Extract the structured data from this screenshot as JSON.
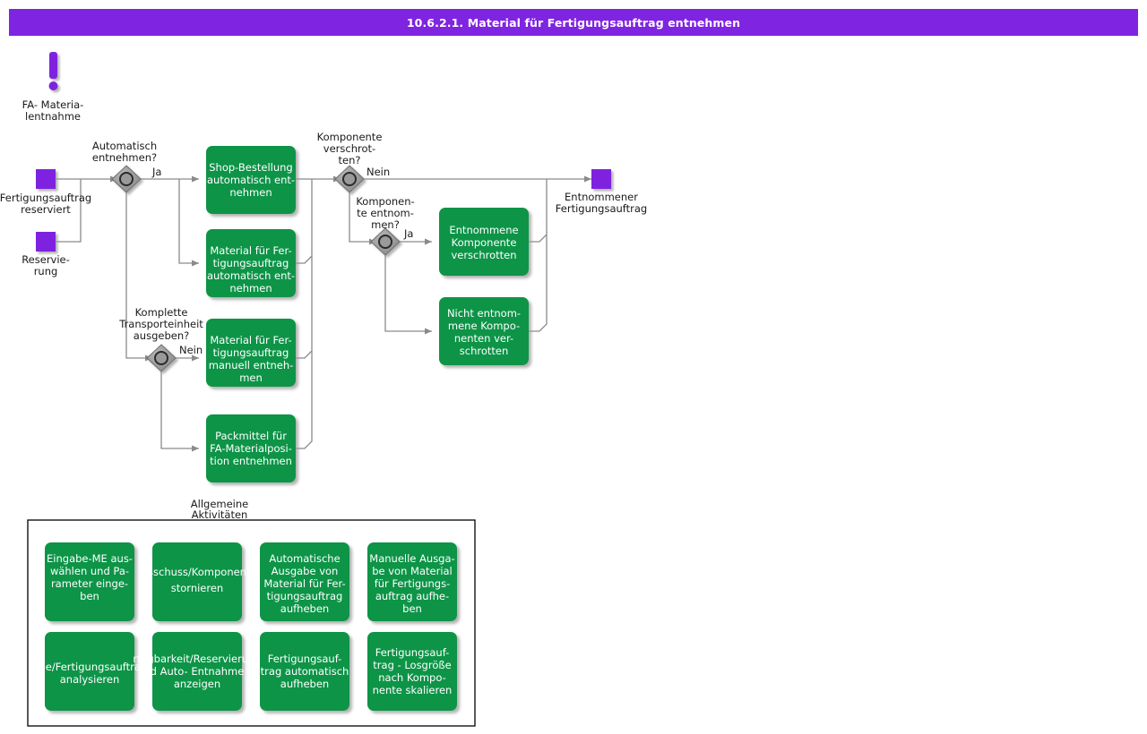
{
  "titlebar": {
    "title": "10.6.2.1. Material für Fertigungsauftrag entnehmen",
    "background": "#7F24E0",
    "text_color": "#FFFFFF"
  },
  "colors": {
    "task_green": "#0E9447",
    "event_purple": "#7F24E0",
    "gateway_gray": "#8C8C8C",
    "connector_gray": "#8A8A8A",
    "text_dark": "#1A1A1A"
  },
  "diagram": {
    "type": "bpmn-process-flow",
    "annotation": {
      "name": "process-annotation",
      "label_line1": "FA- Materia-",
      "label_line2": "lentnahme",
      "icon": "exclamation-mark-icon"
    },
    "events": [
      {
        "id": "ev-fa-reserviert",
        "label_line1": "Fertigungsauftrag",
        "label_line2": "reserviert",
        "kind": "start"
      },
      {
        "id": "ev-reservierung",
        "label_line1": "Reservie-",
        "label_line2": "rung",
        "kind": "start"
      },
      {
        "id": "ev-entnommener-fa",
        "label_line1": "Entnommener",
        "label_line2": "Fertigungsauftrag",
        "kind": "end"
      }
    ],
    "gateways": [
      {
        "id": "gw-automatisch",
        "label_lines": [
          "Automatisch",
          "entnehmen?"
        ],
        "out_label": "Ja"
      },
      {
        "id": "gw-komplette-te",
        "label_lines": [
          "Komplette",
          "Transporteinheit",
          "ausgeben?"
        ],
        "out_label": "Nein"
      },
      {
        "id": "gw-komp-verschrotten",
        "label_lines": [
          "Komponente",
          "verschrot-",
          "ten?"
        ],
        "out_label": "Nein"
      },
      {
        "id": "gw-komp-entnommen",
        "label_lines": [
          "Komponen-",
          "te entnom-",
          "men?"
        ],
        "out_label": "Ja"
      }
    ],
    "tasks": [
      {
        "id": "t-shop-bestellung",
        "lines": [
          "Shop-Bestellung",
          "automatisch ent-",
          "nehmen"
        ]
      },
      {
        "id": "t-material-auto",
        "lines": [
          "Material für Fer-",
          "tigungsauftrag",
          "automatisch ent-",
          "nehmen"
        ]
      },
      {
        "id": "t-material-manuell",
        "lines": [
          "Material für Fer-",
          "tigungsauftrag",
          "manuell entneh-",
          "men"
        ]
      },
      {
        "id": "t-packmittel",
        "lines": [
          "Packmittel für",
          "FA-Materialposi-",
          "tion entnehmen"
        ]
      },
      {
        "id": "t-entnommene-komp",
        "lines": [
          "Entnommene",
          "Komponente",
          "verschrotten"
        ]
      },
      {
        "id": "t-nicht-entnommene",
        "lines": [
          "Nicht entnom-",
          "mene Kompo-",
          "nenten ver-",
          "schrotten"
        ]
      }
    ]
  },
  "group": {
    "name": "allgemeine-aktivitaeten-group",
    "label_line1": "Allgemeine",
    "label_line2": "Aktivitäten",
    "tasks": [
      {
        "id": "g-eingabe-me",
        "lines": [
          "Eingabe-ME aus-",
          "wählen und Pa-",
          "rameter einge-",
          "ben"
        ],
        "overflow": false
      },
      {
        "id": "g-ausschuss",
        "lines": [
          "sschuss/Komponen",
          "stornieren"
        ],
        "overflow": true
      },
      {
        "id": "g-auto-ausgabe",
        "lines": [
          "Automatische",
          "Ausgabe von",
          "Material für Fer-",
          "tigungsauftrag",
          "aufheben"
        ],
        "overflow": false
      },
      {
        "id": "g-manuelle-ausgabe",
        "lines": [
          "Manuelle Ausga-",
          "be von Material",
          "für Fertigungs-",
          "auftrag aufhe-",
          "ben"
        ],
        "overflow": false
      },
      {
        "id": "g-historie",
        "lines": [
          "orie/Fertigungsauftrag",
          "analysieren"
        ],
        "overflow": true
      },
      {
        "id": "g-verfuegbarkeit",
        "lines": [
          "rfügbarkeit/Reservierung",
          "d Auto-   Entnahme",
          "anzeigen"
        ],
        "overflow": true
      },
      {
        "id": "g-fa-auto-aufheben",
        "lines": [
          "Fertigungsauf-",
          "trag automatisch",
          "aufheben"
        ],
        "overflow": false
      },
      {
        "id": "g-losgroesse",
        "lines": [
          "Fertigungsauf-",
          "trag - Losgröße",
          "nach Kompo-",
          "nente skalieren"
        ],
        "overflow": false
      }
    ]
  }
}
